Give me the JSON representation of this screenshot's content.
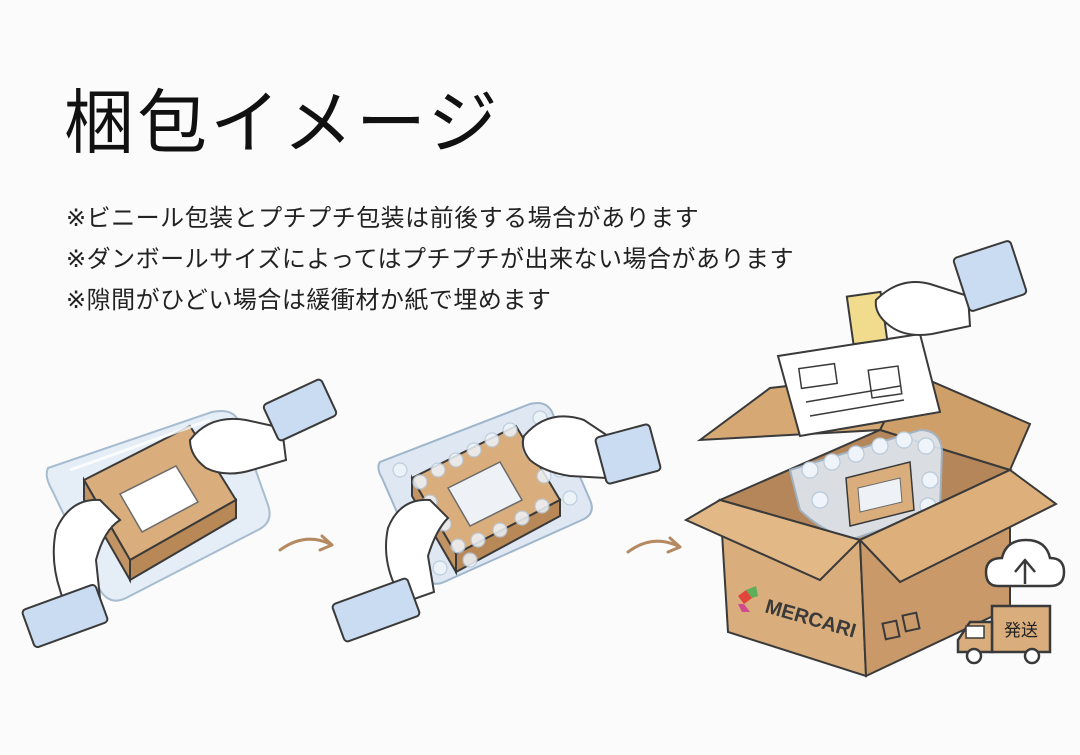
{
  "title": "梱包イメージ",
  "notes": [
    "※ビニール包装とプチプチ包装は前後する場合があります",
    "※ダンボールサイズによってはプチプチが出来ない場合があります",
    "※隙間がひどい場合は緩衝材か紙で埋めます"
  ],
  "illustration": {
    "box_brand": "MERCARI",
    "truck_label": "発送",
    "icons": [
      "hand-icon",
      "vinyl-bag-icon",
      "bubble-wrap-icon",
      "arrow-icon",
      "cardboard-box-icon",
      "shipping-label-icon",
      "cloud-upload-icon",
      "delivery-truck-icon"
    ]
  },
  "colors": {
    "cardboard": "#d9ae7c",
    "cardboard_dark": "#c29463",
    "sleeve": "#dce8f5",
    "bubble": "#dfe8f2",
    "arrow": "#b58a62",
    "outline": "#3a3a3a"
  }
}
